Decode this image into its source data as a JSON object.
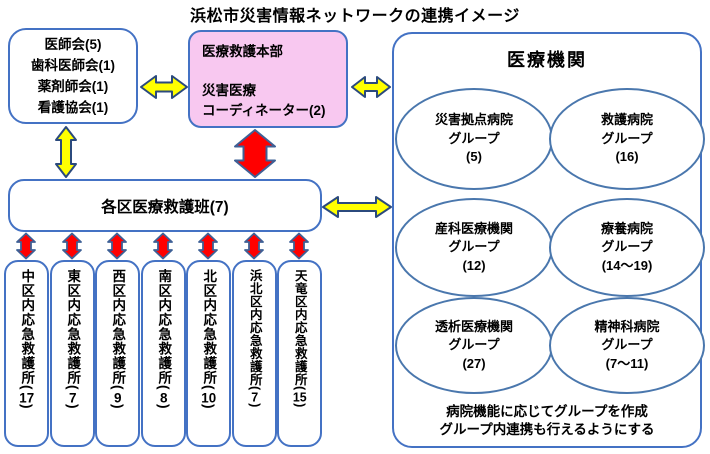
{
  "title": "浜松市災害情報ネットワークの連携イメージ",
  "org_box": {
    "lines": [
      "医師会(5)",
      "歯科医師会(1)",
      "薬剤師会(1)",
      "看護協会(1)"
    ]
  },
  "hq_box": {
    "title": "医療救護本部",
    "line1": "災害医療",
    "line2": "コーディネーター(2)"
  },
  "ward_team_box": {
    "label": "各区医療救護班(7)"
  },
  "medical_box": {
    "title": "医療機関",
    "groups": [
      {
        "name": "災害拠点病院",
        "type": "グループ",
        "count": "(5)"
      },
      {
        "name": "救護病院",
        "type": "グループ",
        "count": "(16)"
      },
      {
        "name": "産科医療機関",
        "type": "グループ",
        "count": "(12)"
      },
      {
        "name": "療養病院",
        "type": "グループ",
        "count": "(14～19)"
      },
      {
        "name": "透析医療機関",
        "type": "グループ",
        "count": "(27)"
      },
      {
        "name": "精神科病院",
        "type": "グループ",
        "count": "(7～11)"
      }
    ],
    "note_line1": "病院機能に応じてグループを作成",
    "note_line2": "グループ内連携も行えるようにする"
  },
  "stations": [
    {
      "label": "中区内応急救護所",
      "count": "17"
    },
    {
      "label": "東区内応急救護所",
      "count": "7"
    },
    {
      "label": "西区内応急救護所",
      "count": "9"
    },
    {
      "label": "南区内応急救護所",
      "count": "8"
    },
    {
      "label": "北区内応急救護所",
      "count": "10"
    },
    {
      "label": "浜北区内応急救護所",
      "count": "7"
    },
    {
      "label": "天竜区内応急救護所",
      "count": "15"
    }
  ],
  "punctuation": {
    "open": "(",
    "close": ")"
  },
  "colors": {
    "box_border_blue": "#4472C4",
    "ellipse_border_blue": "#4A77AD",
    "arrow_yellow": "#FFFF00",
    "arrow_red": "#FF0000",
    "arrow_outline_navy": "#2B4A7D",
    "arrow_outline_blue": "#3E6096",
    "hq_pink_fill": "#F8C8F0",
    "background": "#FFFFFF"
  }
}
